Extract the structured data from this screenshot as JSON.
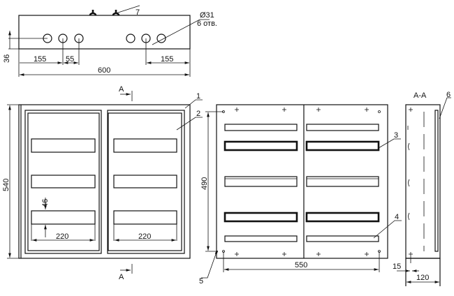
{
  "top_view": {
    "callout_7": "7",
    "hole_diameter": "Ø31",
    "hole_count": "6 отв.",
    "dims": {
      "height": "36",
      "left": "155",
      "spacing": "55",
      "right": "155",
      "width": "600"
    }
  },
  "front_view": {
    "section_mark_top": "A",
    "section_mark_bottom": "A",
    "callout_1": "1",
    "callout_2": "2",
    "dims": {
      "height": "540",
      "slot_height": "46",
      "slot_width_left": "220",
      "slot_width_right": "220"
    }
  },
  "panel_view": {
    "callout_3": "3",
    "callout_4": "4",
    "callout_5": "5",
    "dims": {
      "height": "490",
      "width": "550"
    }
  },
  "section_view": {
    "title": "A-A",
    "callout_6": "6",
    "dims": {
      "offset": "15",
      "depth": "120"
    }
  }
}
